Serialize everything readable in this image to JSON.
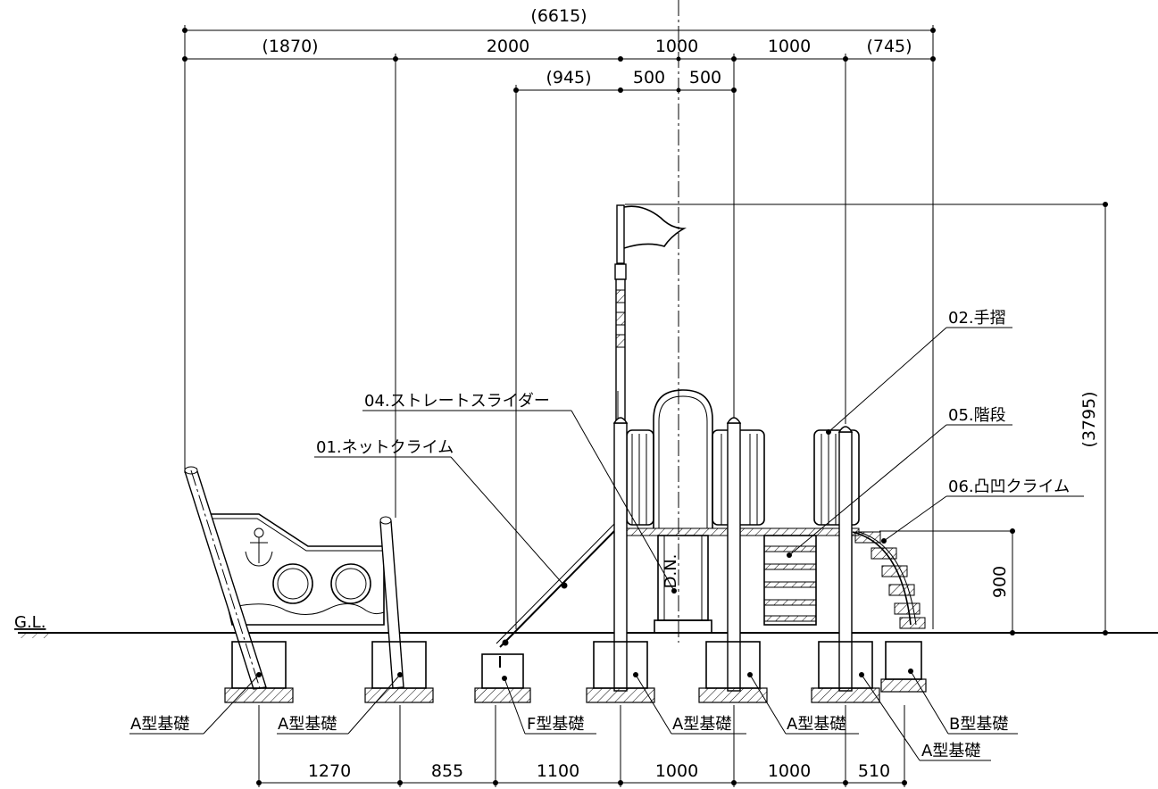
{
  "dimensions": {
    "overall": "(6615)",
    "top_row": [
      "(1870)",
      "2000",
      "1000",
      "1000",
      "(745)"
    ],
    "second_row": [
      "(945)",
      "500",
      "500"
    ],
    "height_total": "(3795)",
    "height_deck": "900",
    "bottom_row": [
      "1270",
      "855",
      "1100",
      "1000",
      "1000",
      "510"
    ]
  },
  "ground_label": "G.L.",
  "components": {
    "handrail": "02.手摺",
    "slider": "04.ストレートスライダー",
    "stairs": "05.階段",
    "net_climb": "01.ネットクライム",
    "bump_climb": "06.凸凹クライム",
    "slide_mark": "D.N."
  },
  "foundations": {
    "a1": "A型基礎",
    "a2": "A型基礎",
    "f": "F型基礎",
    "a3": "A型基礎",
    "a4": "A型基礎",
    "b": "B型基礎",
    "a5": "A型基礎"
  }
}
